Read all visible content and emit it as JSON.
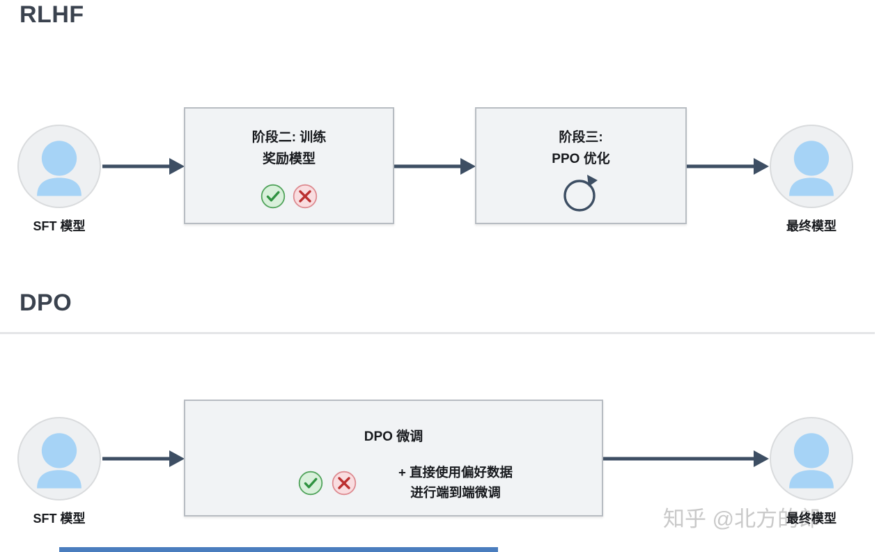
{
  "sections": {
    "rlhf": {
      "title": "RLHF",
      "sft_label": "SFT 模型",
      "stage2": {
        "line1": "阶段二: 训练",
        "line2": "奖励模型"
      },
      "stage3": {
        "line1": "阶段三:",
        "line2": "PPO 优化"
      },
      "final_label": "最终模型"
    },
    "dpo": {
      "title": "DPO",
      "sft_label": "SFT 模型",
      "box": {
        "title": "DPO 微调",
        "note_line1": "+ 直接使用偏好数据",
        "note_line2": "进行端到端微调"
      },
      "final_label": "最终模型"
    }
  },
  "watermark": "知乎 @北方的郎",
  "icons": {
    "person-icon": "user silhouette",
    "check-icon": "✓",
    "cross-icon": "✕",
    "loop-icon": "⟳",
    "flow-arrow-icon": "→"
  },
  "colors": {
    "heading": "#3a424e",
    "arrow": "#3d4e63",
    "box_bg": "#f1f3f5",
    "box_border": "#b7bcc2",
    "avatar_bg": "#eef0f2",
    "avatar_border": "#d9dbdd",
    "person_blue": "#a6d3f6",
    "check_green": "#2f9240",
    "check_bg": "#d9f0db",
    "cross_red": "#bb3030",
    "cross_bg": "#f9dde0",
    "divider": "#e4e5e7",
    "watermark": "#c9c9c9",
    "bottom_bar": "#4a7dbe"
  }
}
